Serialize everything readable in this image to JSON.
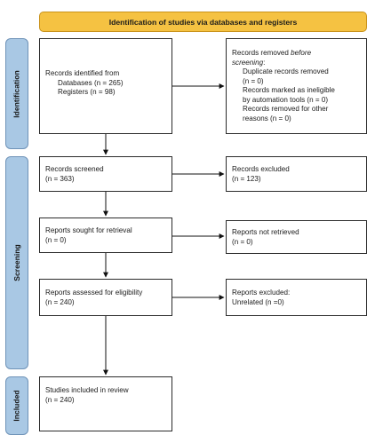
{
  "header": {
    "title": "Identification of studies via databases and registers"
  },
  "phases": {
    "identification": "Identification",
    "screening": "Screening",
    "included": "Included"
  },
  "identified": {
    "title": "Records identified from",
    "databases": "Databases (n = 265)",
    "registers": "Registers (n = 98)"
  },
  "removed": {
    "title_prefix": "Records removed ",
    "title_emphasis": "before",
    "title_emphasis2": "screening",
    "title_suffix": ":",
    "duplicates": "Duplicate records removed",
    "duplicates_n": "(n = 0)",
    "ineligible": "Records marked as ineligible",
    "ineligible_n": "by automation tools (n = 0)",
    "other": "Records removed for other",
    "other_n": "reasons (n = 0)"
  },
  "screened": {
    "title": "Records screened",
    "n": "(n = 363)"
  },
  "excluded": {
    "title": "Records excluded",
    "n": "(n = 123)"
  },
  "sought": {
    "title": "Reports sought for retrieval",
    "n": "(n = 0)"
  },
  "not_retrieved": {
    "title": "Reports not retrieved",
    "n": "(n = 0)"
  },
  "assessed": {
    "title": "Reports assessed for eligibility",
    "n": "(n = 240)"
  },
  "reports_excluded": {
    "title": "Reports excluded:",
    "n": "Unrelated (n =0)"
  },
  "included": {
    "title": "Studies included in review",
    "n": "(n = 240)"
  }
}
